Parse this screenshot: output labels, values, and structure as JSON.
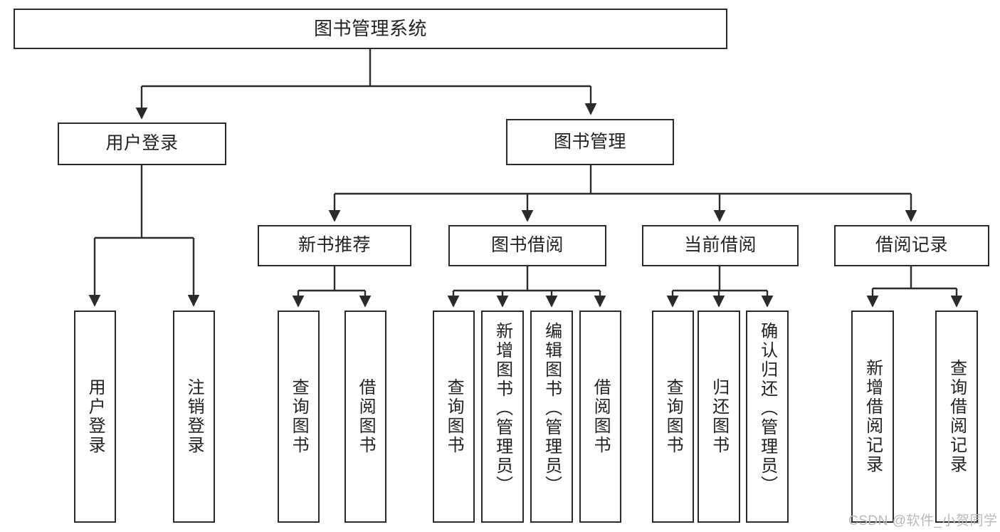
{
  "diagram": {
    "title": "图书管理系统",
    "type": "tree",
    "root": {
      "label": "图书管理系统"
    },
    "level2": [
      {
        "label": "用户登录"
      },
      {
        "label": "图书管理"
      }
    ],
    "level3": [
      {
        "label": "新书推荐"
      },
      {
        "label": "图书借阅"
      },
      {
        "label": "当前借阅"
      },
      {
        "label": "借阅记录"
      }
    ],
    "leaves": {
      "user_login": [
        {
          "label": "用户登录"
        },
        {
          "label": "注销登录"
        }
      ],
      "new_book_recommend": [
        {
          "label": "查询图书"
        },
        {
          "label": "借阅图书"
        }
      ],
      "book_borrow": [
        {
          "label": "查询图书"
        },
        {
          "label": "新增图书（管理员）"
        },
        {
          "label": "编辑图书（管理员）"
        },
        {
          "label": "借阅图书"
        }
      ],
      "current_borrow": [
        {
          "label": "查询图书"
        },
        {
          "label": "归还图书"
        },
        {
          "label": "确认归还（管理员）"
        }
      ],
      "borrow_record": [
        {
          "label": "新增借阅记录"
        },
        {
          "label": "查询借阅记录"
        }
      ]
    }
  },
  "watermark": {
    "text": "CSDN @软件_小贺同学"
  },
  "colors": {
    "stroke": "#2b2b2b",
    "background": "#ffffff",
    "text": "#222222",
    "watermark": "#b9b9b9"
  }
}
